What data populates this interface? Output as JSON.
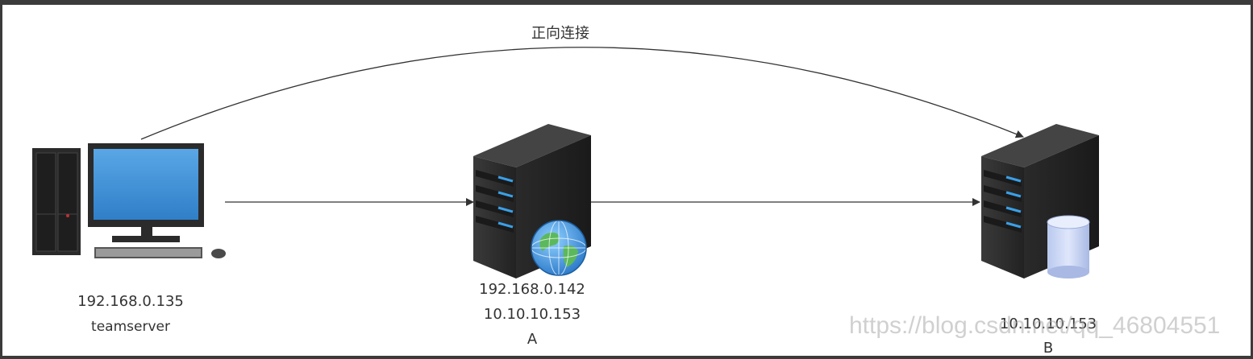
{
  "diagram": {
    "arc_label": "正向连接",
    "teamserver": {
      "ip": "192.168.0.135",
      "name": "teamserver",
      "icon": "desktop-computer-icon"
    },
    "host_a": {
      "ip1": "192.168.0.142",
      "ip2": "10.10.10.153",
      "name": "A",
      "icon": "web-server-icon"
    },
    "host_b": {
      "ip": "10.10.10.153",
      "name": "B",
      "icon": "database-server-icon"
    },
    "watermark": "https://blog.csdn.net/qq_46804551"
  },
  "colors": {
    "frame": "#3b3b3b",
    "line": "#333333",
    "server_body": "#2b2b2b",
    "screen_blue": "#3a8fd6",
    "led_blue": "#3aa0e8"
  }
}
